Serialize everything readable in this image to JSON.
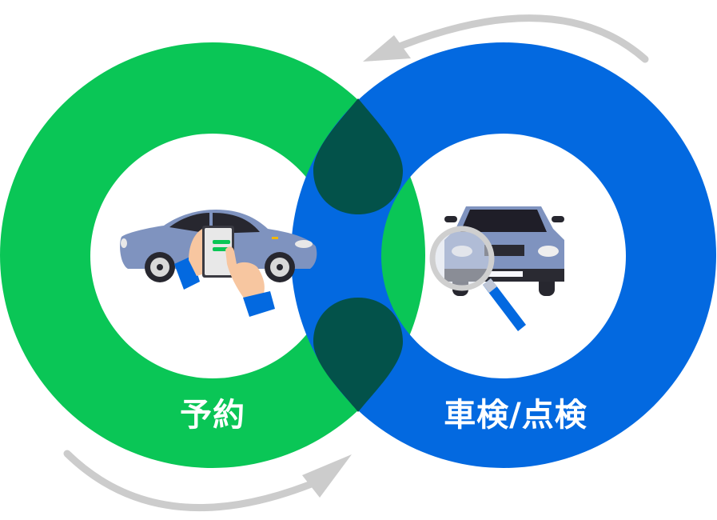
{
  "diagram": {
    "type": "infinity-cycle",
    "colors": {
      "reserve_ring": "#0AC656",
      "inspect_ring": "#0369E0",
      "overlap": "#03524A",
      "arrow": "#CCCCCC",
      "background": "#FFFFFF"
    },
    "stages": [
      {
        "id": "reserve",
        "label": "予約",
        "icon": "car-smartphone-booking-icon"
      },
      {
        "id": "inspect",
        "label": "車検/点検",
        "icon": "car-magnifier-inspection-icon"
      }
    ],
    "arrows": [
      {
        "position": "top",
        "direction": "right-to-left",
        "icon": "curved-arrow-left-icon"
      },
      {
        "position": "bottom",
        "direction": "left-to-right",
        "icon": "curved-arrow-right-icon"
      }
    ]
  }
}
